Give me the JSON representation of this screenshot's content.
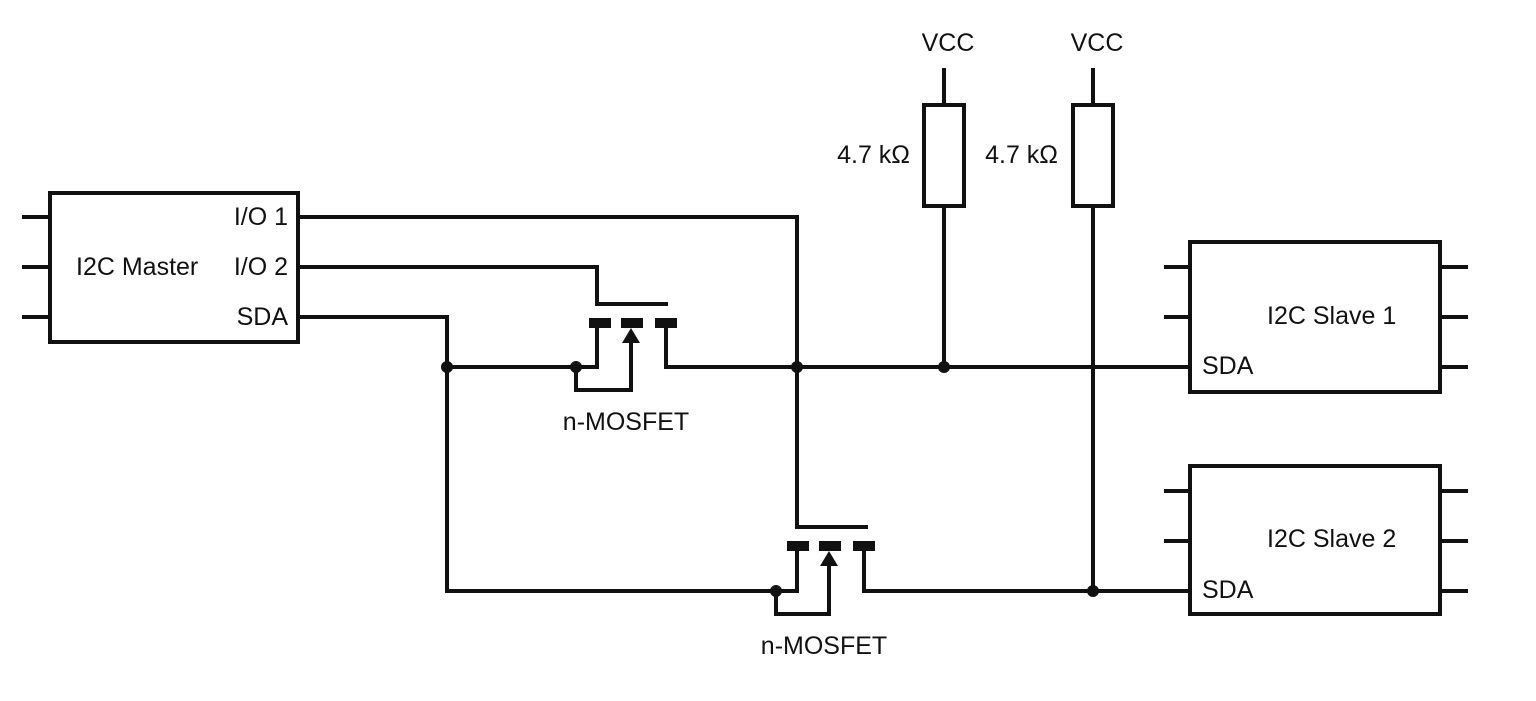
{
  "master": {
    "title": "I2C Master",
    "pins": [
      "I/O 1",
      "I/O 2",
      "SDA"
    ]
  },
  "slaves": [
    {
      "title": "I2C Slave 1",
      "pin": "SDA"
    },
    {
      "title": "I2C Slave 2",
      "pin": "SDA"
    }
  ],
  "resistors": [
    {
      "supply": "VCC",
      "value": "4.7 kΩ"
    },
    {
      "supply": "VCC",
      "value": "4.7 kΩ"
    }
  ],
  "transistors": [
    {
      "label": "n-MOSFET"
    },
    {
      "label": "n-MOSFET"
    }
  ],
  "colors": {
    "stroke": "#111111",
    "background": "#ffffff"
  }
}
